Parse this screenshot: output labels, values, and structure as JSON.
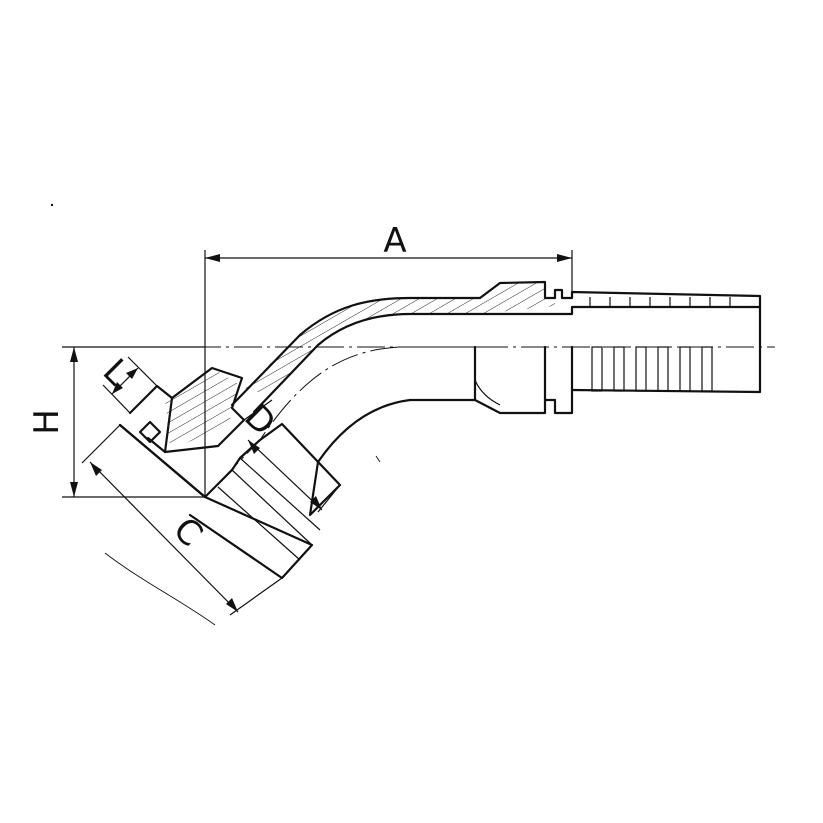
{
  "drawing": {
    "subject": "45-degree-hose-fitting",
    "line_color": "#111111",
    "background": "#ffffff"
  },
  "dimensions": {
    "a": {
      "label": "A"
    },
    "h": {
      "label": "H"
    },
    "l": {
      "label": "L"
    },
    "c": {
      "label": "C"
    },
    "d": {
      "label": "D"
    }
  }
}
